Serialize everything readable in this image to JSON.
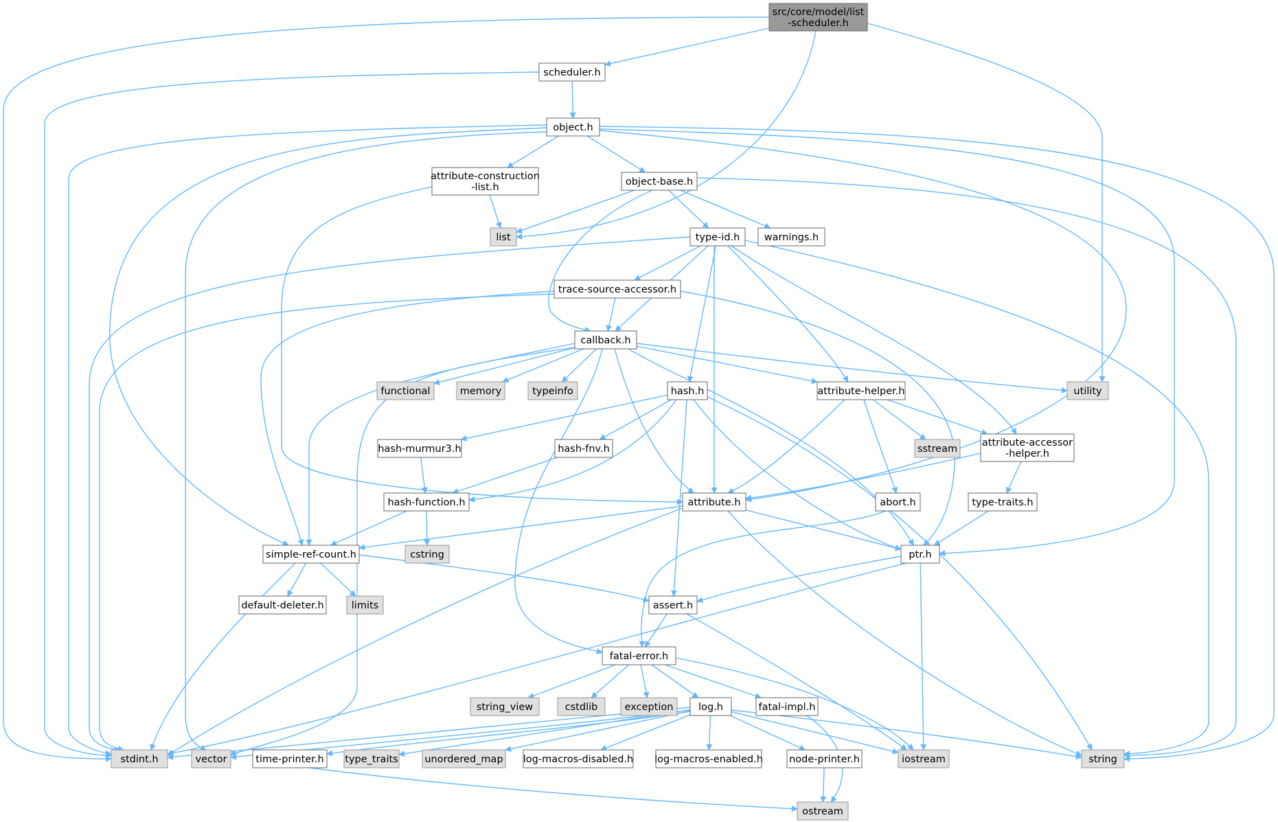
{
  "diagram": {
    "type": "include-dependency-graph",
    "colors": {
      "edge": "#63b8ff",
      "root_fill": "#999999",
      "header_fill": "#ffffff",
      "system_fill": "#e0e0e0",
      "border": "#666666"
    },
    "nodes": [
      {
        "id": "root",
        "lines": [
          "src/core/model/list",
          "-scheduler.h"
        ],
        "kind": "root"
      },
      {
        "id": "scheduler",
        "lines": [
          "scheduler.h"
        ],
        "kind": "header"
      },
      {
        "id": "object",
        "lines": [
          "object.h"
        ],
        "kind": "header"
      },
      {
        "id": "attr_construction",
        "lines": [
          "attribute-construction",
          "-list.h"
        ],
        "kind": "header"
      },
      {
        "id": "object_base",
        "lines": [
          "object-base.h"
        ],
        "kind": "header"
      },
      {
        "id": "list",
        "lines": [
          "list"
        ],
        "kind": "system"
      },
      {
        "id": "type_id",
        "lines": [
          "type-id.h"
        ],
        "kind": "header"
      },
      {
        "id": "warnings",
        "lines": [
          "warnings.h"
        ],
        "kind": "header"
      },
      {
        "id": "trace_source",
        "lines": [
          "trace-source-accessor.h"
        ],
        "kind": "header"
      },
      {
        "id": "callback",
        "lines": [
          "callback.h"
        ],
        "kind": "header"
      },
      {
        "id": "functional",
        "lines": [
          "functional"
        ],
        "kind": "system"
      },
      {
        "id": "memory",
        "lines": [
          "memory"
        ],
        "kind": "system"
      },
      {
        "id": "typeinfo",
        "lines": [
          "typeinfo"
        ],
        "kind": "system"
      },
      {
        "id": "hash",
        "lines": [
          "hash.h"
        ],
        "kind": "header"
      },
      {
        "id": "attr_helper",
        "lines": [
          "attribute-helper.h"
        ],
        "kind": "header"
      },
      {
        "id": "utility",
        "lines": [
          "utility"
        ],
        "kind": "system"
      },
      {
        "id": "hash_murmur",
        "lines": [
          "hash-murmur3.h"
        ],
        "kind": "header"
      },
      {
        "id": "hash_fnv",
        "lines": [
          "hash-fnv.h"
        ],
        "kind": "header"
      },
      {
        "id": "sstream",
        "lines": [
          "sstream"
        ],
        "kind": "system"
      },
      {
        "id": "attr_accessor",
        "lines": [
          "attribute-accessor",
          "-helper.h"
        ],
        "kind": "header"
      },
      {
        "id": "hash_function",
        "lines": [
          "hash-function.h"
        ],
        "kind": "header"
      },
      {
        "id": "attribute",
        "lines": [
          "attribute.h"
        ],
        "kind": "header"
      },
      {
        "id": "abort",
        "lines": [
          "abort.h"
        ],
        "kind": "header"
      },
      {
        "id": "type_traits_h",
        "lines": [
          "type-traits.h"
        ],
        "kind": "header"
      },
      {
        "id": "cstring",
        "lines": [
          "cstring"
        ],
        "kind": "system"
      },
      {
        "id": "simple_ref",
        "lines": [
          "simple-ref-count.h"
        ],
        "kind": "header"
      },
      {
        "id": "ptr",
        "lines": [
          "ptr.h"
        ],
        "kind": "header"
      },
      {
        "id": "default_deleter",
        "lines": [
          "default-deleter.h"
        ],
        "kind": "header"
      },
      {
        "id": "limits",
        "lines": [
          "limits"
        ],
        "kind": "system"
      },
      {
        "id": "assert",
        "lines": [
          "assert.h"
        ],
        "kind": "header"
      },
      {
        "id": "fatal_error",
        "lines": [
          "fatal-error.h"
        ],
        "kind": "header"
      },
      {
        "id": "string_view",
        "lines": [
          "string_view"
        ],
        "kind": "system"
      },
      {
        "id": "cstdlib",
        "lines": [
          "cstdlib"
        ],
        "kind": "system"
      },
      {
        "id": "exception",
        "lines": [
          "exception"
        ],
        "kind": "system"
      },
      {
        "id": "log",
        "lines": [
          "log.h"
        ],
        "kind": "header"
      },
      {
        "id": "fatal_impl",
        "lines": [
          "fatal-impl.h"
        ],
        "kind": "header"
      },
      {
        "id": "stdint",
        "lines": [
          "stdint.h"
        ],
        "kind": "system"
      },
      {
        "id": "vector",
        "lines": [
          "vector"
        ],
        "kind": "system"
      },
      {
        "id": "time_printer",
        "lines": [
          "time-printer.h"
        ],
        "kind": "header"
      },
      {
        "id": "type_traits",
        "lines": [
          "type_traits"
        ],
        "kind": "system"
      },
      {
        "id": "unordered_map",
        "lines": [
          "unordered_map"
        ],
        "kind": "system"
      },
      {
        "id": "log_disabled",
        "lines": [
          "log-macros-disabled.h"
        ],
        "kind": "header"
      },
      {
        "id": "log_enabled",
        "lines": [
          "log-macros-enabled.h"
        ],
        "kind": "header"
      },
      {
        "id": "node_printer",
        "lines": [
          "node-printer.h"
        ],
        "kind": "header"
      },
      {
        "id": "iostream",
        "lines": [
          "iostream"
        ],
        "kind": "system"
      },
      {
        "id": "string",
        "lines": [
          "string"
        ],
        "kind": "system"
      },
      {
        "id": "ostream",
        "lines": [
          "ostream"
        ],
        "kind": "system"
      }
    ],
    "edges": [
      [
        "root",
        "scheduler"
      ],
      [
        "root",
        "stdint"
      ],
      [
        "root",
        "list"
      ],
      [
        "root",
        "utility"
      ],
      [
        "scheduler",
        "object"
      ],
      [
        "scheduler",
        "stdint"
      ],
      [
        "object",
        "attr_construction"
      ],
      [
        "object",
        "object_base"
      ],
      [
        "object",
        "stdint"
      ],
      [
        "object",
        "simple_ref"
      ],
      [
        "object",
        "vector"
      ],
      [
        "object",
        "attribute"
      ],
      [
        "object",
        "ptr"
      ],
      [
        "object",
        "string"
      ],
      [
        "attr_construction",
        "list"
      ],
      [
        "attr_construction",
        "attribute"
      ],
      [
        "object_base",
        "list"
      ],
      [
        "object_base",
        "type_id"
      ],
      [
        "object_base",
        "warnings"
      ],
      [
        "object_base",
        "callback"
      ],
      [
        "object_base",
        "string"
      ],
      [
        "type_id",
        "trace_source"
      ],
      [
        "type_id",
        "callback"
      ],
      [
        "type_id",
        "hash"
      ],
      [
        "type_id",
        "attr_helper"
      ],
      [
        "type_id",
        "attr_accessor"
      ],
      [
        "type_id",
        "attribute"
      ],
      [
        "type_id",
        "stdint"
      ],
      [
        "type_id",
        "string"
      ],
      [
        "trace_source",
        "callback"
      ],
      [
        "trace_source",
        "stdint"
      ],
      [
        "trace_source",
        "simple_ref"
      ],
      [
        "trace_source",
        "ptr"
      ],
      [
        "callback",
        "functional"
      ],
      [
        "callback",
        "memory"
      ],
      [
        "callback",
        "typeinfo"
      ],
      [
        "callback",
        "attr_helper"
      ],
      [
        "callback",
        "utility"
      ],
      [
        "callback",
        "simple_ref"
      ],
      [
        "callback",
        "vector"
      ],
      [
        "callback",
        "fatal_error"
      ],
      [
        "callback",
        "attribute"
      ],
      [
        "callback",
        "ptr"
      ],
      [
        "hash",
        "hash_murmur"
      ],
      [
        "hash",
        "hash_fnv"
      ],
      [
        "hash",
        "hash_function"
      ],
      [
        "hash",
        "assert"
      ],
      [
        "hash",
        "ptr"
      ],
      [
        "hash",
        "string"
      ],
      [
        "attr_helper",
        "sstream"
      ],
      [
        "attr_helper",
        "attr_accessor"
      ],
      [
        "attr_helper",
        "abort"
      ],
      [
        "attr_helper",
        "attribute"
      ],
      [
        "attr_accessor",
        "type_traits_h"
      ],
      [
        "attr_accessor",
        "attribute"
      ],
      [
        "hash_murmur",
        "hash_function"
      ],
      [
        "hash_fnv",
        "hash_function"
      ],
      [
        "hash_function",
        "cstring"
      ],
      [
        "hash_function",
        "simple_ref"
      ],
      [
        "attribute",
        "simple_ref"
      ],
      [
        "attribute",
        "ptr"
      ],
      [
        "attribute",
        "stdint"
      ],
      [
        "attribute",
        "string"
      ],
      [
        "abort",
        "fatal_error"
      ],
      [
        "type_traits_h",
        "ptr"
      ],
      [
        "simple_ref",
        "default_deleter"
      ],
      [
        "simple_ref",
        "limits"
      ],
      [
        "simple_ref",
        "assert"
      ],
      [
        "simple_ref",
        "stdint"
      ],
      [
        "ptr",
        "assert"
      ],
      [
        "ptr",
        "iostream"
      ],
      [
        "ptr",
        "stdint"
      ],
      [
        "assert",
        "fatal_error"
      ],
      [
        "assert",
        "iostream"
      ],
      [
        "fatal_error",
        "string_view"
      ],
      [
        "fatal_error",
        "cstdlib"
      ],
      [
        "fatal_error",
        "exception"
      ],
      [
        "fatal_error",
        "log"
      ],
      [
        "fatal_error",
        "fatal_impl"
      ],
      [
        "fatal_error",
        "iostream"
      ],
      [
        "log",
        "stdint"
      ],
      [
        "log",
        "vector"
      ],
      [
        "log",
        "time_printer"
      ],
      [
        "log",
        "type_traits"
      ],
      [
        "log",
        "unordered_map"
      ],
      [
        "log",
        "log_disabled"
      ],
      [
        "log",
        "log_enabled"
      ],
      [
        "log",
        "node_printer"
      ],
      [
        "log",
        "iostream"
      ],
      [
        "log",
        "string"
      ],
      [
        "fatal_impl",
        "ostream"
      ],
      [
        "time_printer",
        "ostream"
      ],
      [
        "node_printer",
        "ostream"
      ]
    ]
  }
}
